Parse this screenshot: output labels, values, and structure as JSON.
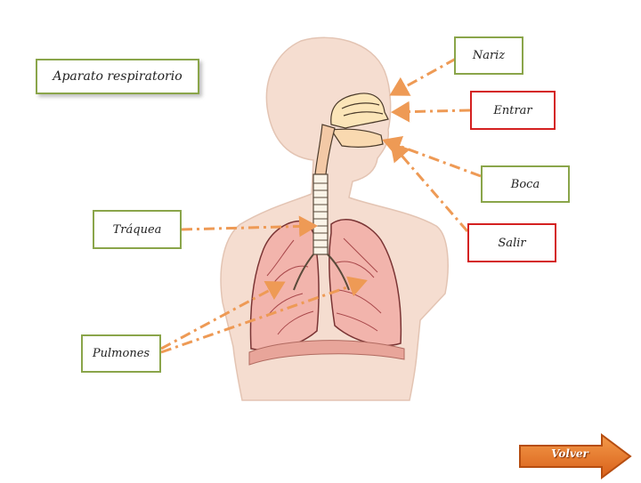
{
  "labels": {
    "title": "Aparato respiratorio",
    "nariz": "Nariz",
    "entrar": "Entrar",
    "boca": "Boca",
    "salir": "Salir",
    "traquea": "Tráquea",
    "pulmones": "Pulmones"
  },
  "navigation": {
    "back_label": "Volver"
  },
  "colors": {
    "green_border": "#8aa54a",
    "red_border": "#d42020",
    "arrow_orange": "#ee9a55",
    "button_orange": "#e8701e"
  }
}
